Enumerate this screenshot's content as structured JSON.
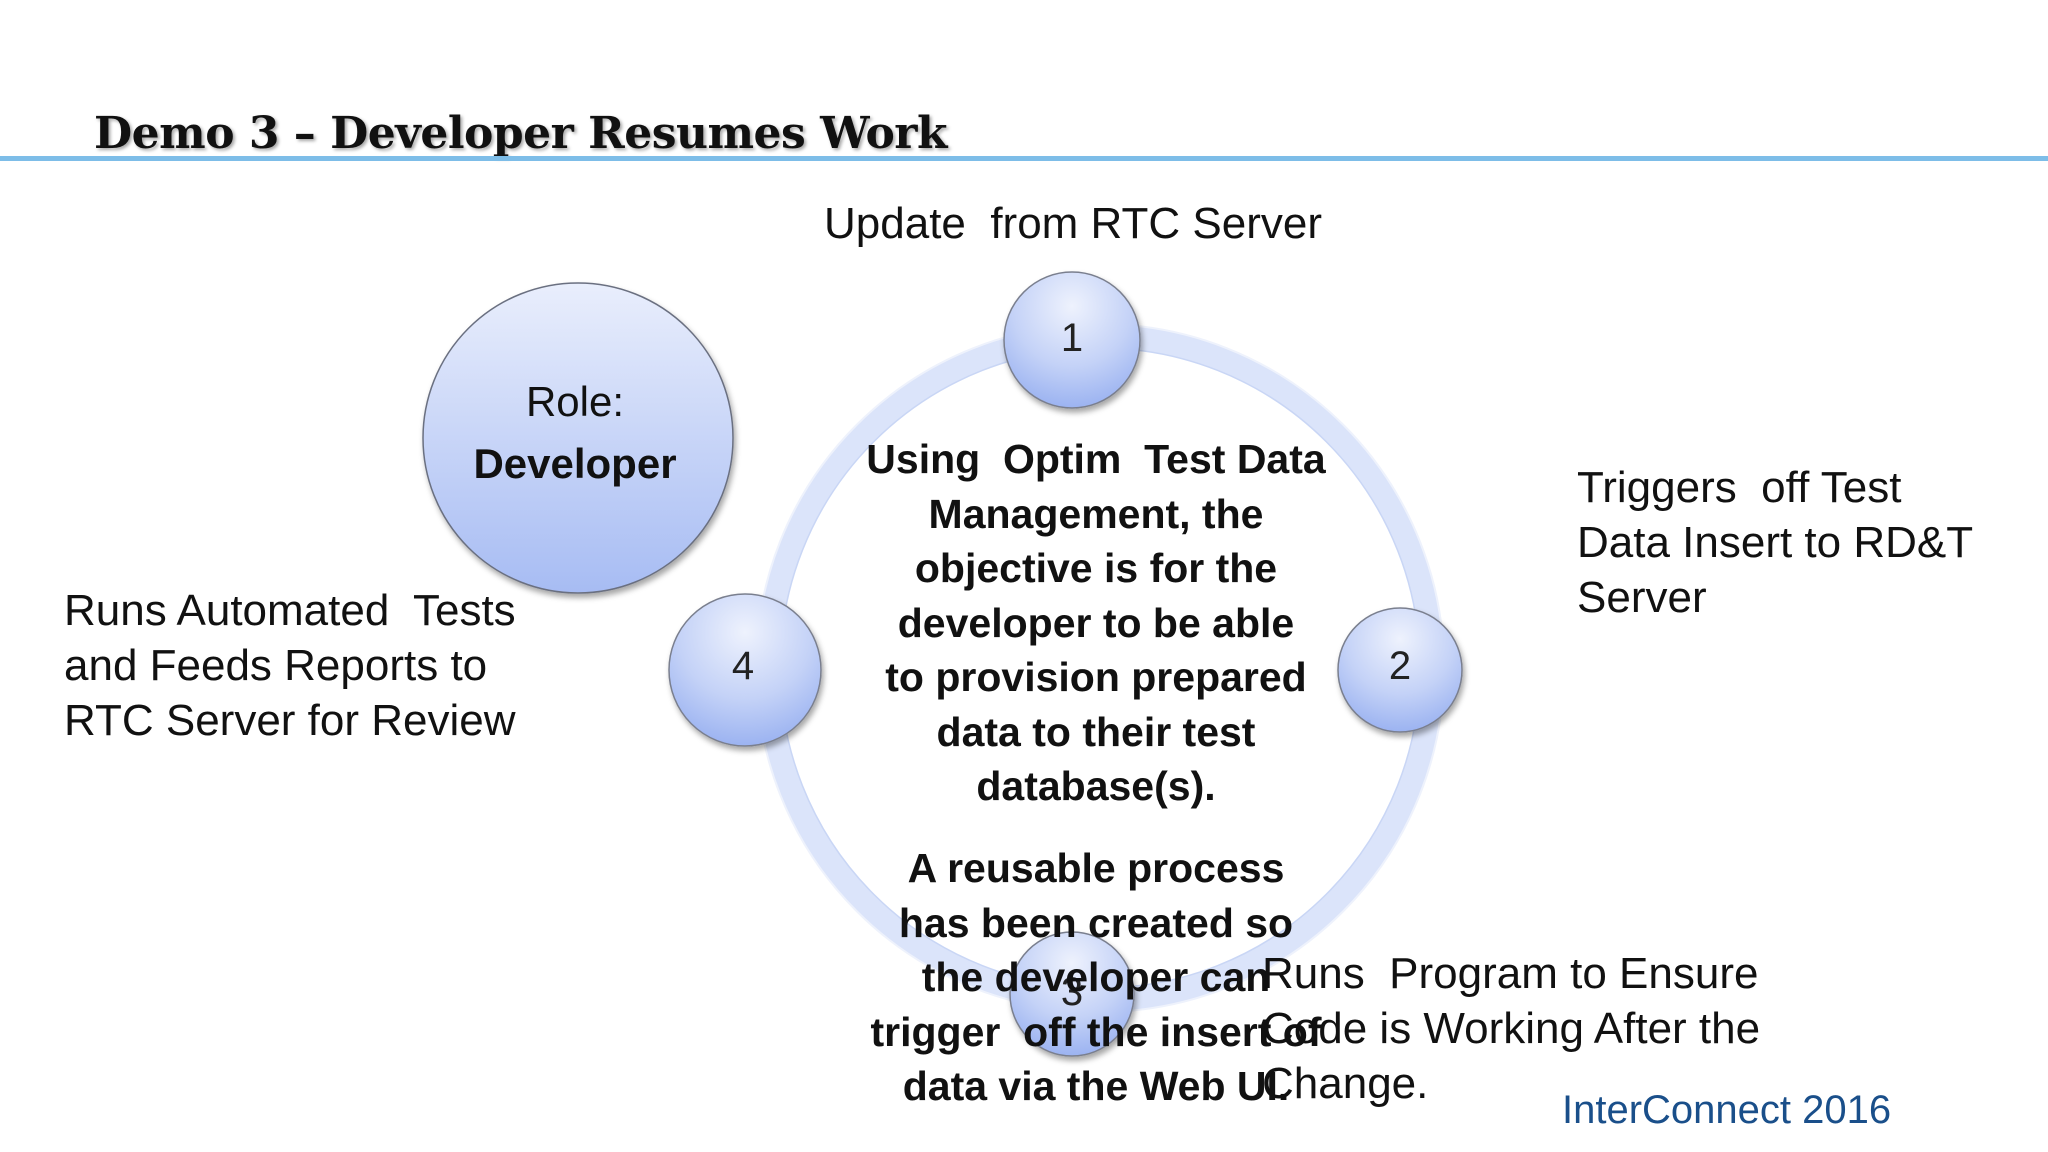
{
  "title": "Demo 3 – Developer Resumes Work",
  "role": {
    "label": "Role:",
    "name": "Developer"
  },
  "steps": [
    {
      "number": "1",
      "label": "Update  from RTC Server"
    },
    {
      "number": "2",
      "label": "Triggers  off Test\nData Insert to RD&T\nServer"
    },
    {
      "number": "3",
      "label": "Runs  Program to Ensure\nCode is Working After the\nChange."
    },
    {
      "number": "4",
      "label": "Runs Automated  Tests\nand Feeds Reports to\nRTC Server for Review"
    }
  ],
  "center": {
    "paragraph_1": "Using  Optim  Test Data\nManagement, the\nobjective is for the\ndeveloper to be able\nto provision prepared\ndata to their test\ndatabase(s).",
    "paragraph_2": "A reusable process\nhas been created so\nthe developer can\ntrigger  off the insert of\ndata via the Web UI."
  },
  "footer": {
    "logo": "InterConnect 2016"
  },
  "colors": {
    "title_rule": "#7dbde8",
    "node_fill_top": "#e8eefc",
    "node_fill_bottom": "#a9bdf3",
    "ring": "#d9e3fa"
  }
}
